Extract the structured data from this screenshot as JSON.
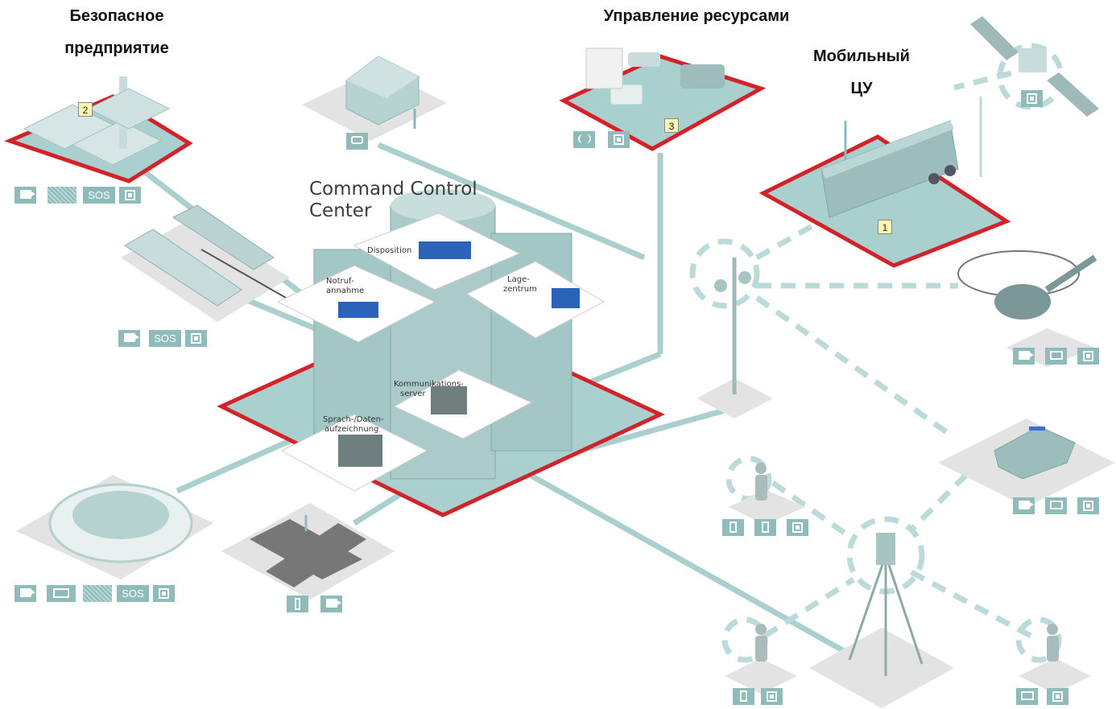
{
  "labels": {
    "secure_enterprise": "Безопасное предприятие",
    "resource_management": "Управление ресурсами",
    "mobile_cc": "Мобильный ЦУ"
  },
  "center": {
    "title_line1": "Command Control",
    "title_line2": "Center",
    "rooms": {
      "disposition": "Disposition",
      "notruf_1": "Notruf-",
      "notruf_2": "annahme",
      "lage_1": "Lage-",
      "lage_2": "zentrum",
      "komm_1": "Kommunikations-",
      "komm_2": "server",
      "sprach_1": "Sprach-/Daten-",
      "sprach_2": "aufzeichnung"
    }
  },
  "badges": {
    "b1": "1",
    "b2": "2",
    "b3": "3"
  },
  "icons": {
    "sos": "SOS"
  },
  "colors": {
    "teal": "#8fbcbb",
    "red": "#d2232a",
    "tile": "#e3e3e3",
    "line": "#a9cfcf"
  }
}
